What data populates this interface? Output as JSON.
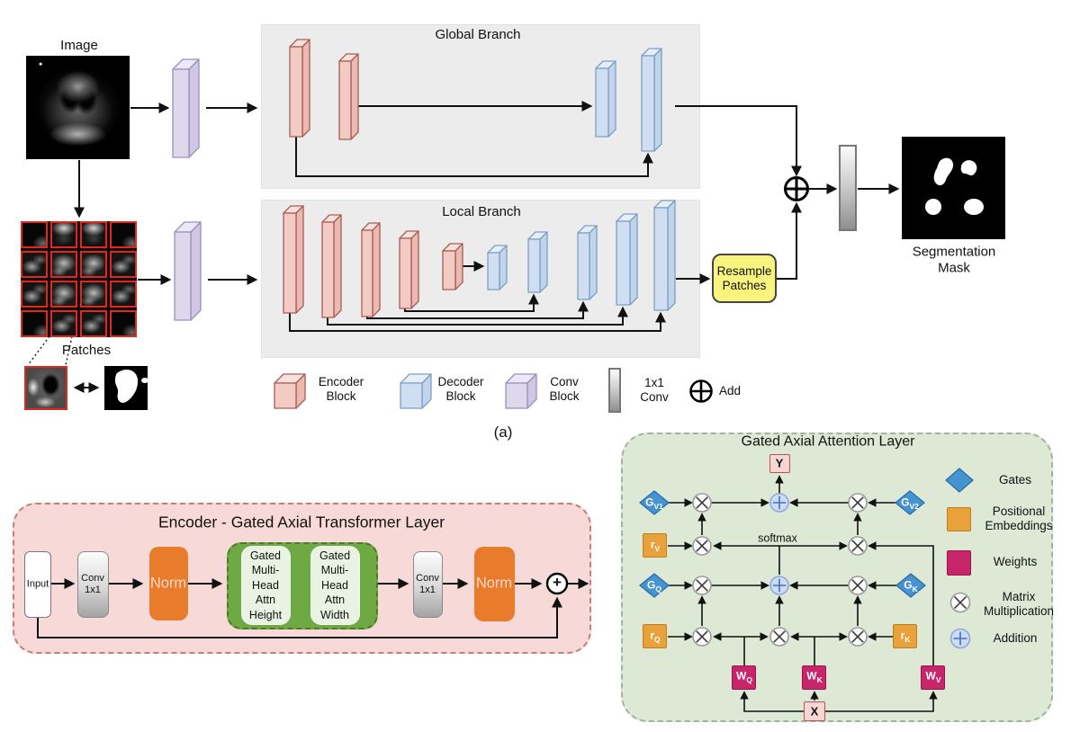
{
  "colors": {
    "encoder_block": "#f2cbc5",
    "decoder_block": "#cfdff1",
    "conv_block": "#ded8ec",
    "gate_blue": "#4693d1",
    "positional_orange": "#e9a23b",
    "weights_magenta": "#c8256b",
    "resample_yellow": "#f9f47e",
    "norm_orange": "#e87c2b",
    "attention_green": "#6fa944",
    "encoder_panel_pink": "#f7d9d8",
    "attention_panel_green": "#dde9d5",
    "branch_panel_gray": "#ececec"
  },
  "panel_a": {
    "image_label": "Image",
    "patches_label": "Patches",
    "global_branch_title": "Global Branch",
    "local_branch_title": "Local Branch",
    "resample_line1": "Resample",
    "resample_line2": "Patches",
    "segmentation_line1": "Segmentation",
    "segmentation_line2": "Mask",
    "caption": "(a)",
    "legend": {
      "encoder_line1": "Encoder",
      "encoder_line2": "Block",
      "decoder_line1": "Decoder",
      "decoder_line2": "Block",
      "conv_line1": "Conv",
      "conv_line2": "Block",
      "conv1x1_line1": "1x1",
      "conv1x1_line2": "Conv",
      "add": "Add"
    }
  },
  "encoder_layer": {
    "title": "Encoder - Gated Axial Transformer Layer",
    "input_label": "Input",
    "conv1_line1": "Conv",
    "conv1_line2": "1x1",
    "norm1": "Norm",
    "attn_height": [
      "Gated",
      "Multi-",
      "Head",
      "Attn",
      "Height"
    ],
    "attn_width": [
      "Gated",
      "Multi-",
      "Head",
      "Attn",
      "Width"
    ],
    "conv2_line1": "Conv",
    "conv2_line2": "1x1",
    "norm2": "Norm",
    "plus": "+"
  },
  "attention_layer": {
    "title": "Gated Axial Attention Layer",
    "softmax_label": "softmax",
    "y_label": "Y",
    "x_label": "X",
    "gv1_base": "G",
    "gv1_sub": "V1",
    "gv2_base": "G",
    "gv2_sub": "V2",
    "gq_base": "G",
    "gq_sub": "Q",
    "gk_base": "G",
    "gk_sub": "K",
    "rv_base": "r",
    "rv_sub": "V",
    "rq_base": "r",
    "rq_sub": "Q",
    "rk_base": "r",
    "rk_sub": "K",
    "wq_base": "W",
    "wq_sub": "Q",
    "wk_base": "W",
    "wk_sub": "K",
    "wv_base": "W",
    "wv_sub": "V",
    "legend": {
      "gates": "Gates",
      "positional_line1": "Positional",
      "positional_line2": "Embeddings",
      "weights": "Weights",
      "matmul_line1": "Matrix",
      "matmul_line2": "Multiplication",
      "addition": "Addition"
    }
  }
}
